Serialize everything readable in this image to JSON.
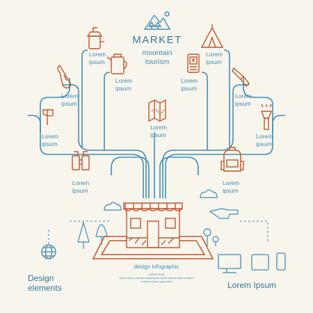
{
  "header": {
    "title": "MARKET",
    "subtitle_line1": "mountain",
    "subtitle_line2": "tourism"
  },
  "items": [
    {
      "name": "camping-stove",
      "line1": "Lorem",
      "line2": "ipsum"
    },
    {
      "name": "tent",
      "line1": "Lorem",
      "line2": "ipsum"
    },
    {
      "name": "kettle",
      "line1": "Lorem",
      "line2": "ipsum"
    },
    {
      "name": "gps-device",
      "line1": "Lorem",
      "line2": "ipsum"
    },
    {
      "name": "carabiner",
      "line1": "Lorem",
      "line2": "ipsum"
    },
    {
      "name": "knife",
      "line1": "Lorem",
      "line2": "ipsum"
    },
    {
      "name": "map",
      "line1": "Lorem",
      "line2": "ipsum"
    },
    {
      "name": "axe",
      "line1": "Lorem",
      "line2": "ipsum"
    },
    {
      "name": "flashlight",
      "line1": "Lorem",
      "line2": "ipsum"
    },
    {
      "name": "binoculars",
      "line1": "Lorem",
      "line2": "ipsum"
    },
    {
      "name": "backpack",
      "line1": "Lorem",
      "line2": "ipsum"
    }
  ],
  "bottom": {
    "left_title_line1": "Design",
    "left_title_line2": "elements",
    "center_label": "design infographic",
    "right_title": "Lorem Ipsum",
    "fine_print_1": "LOREM IPSUM",
    "fine_print_2": "dolor sit amet, consectetur adipiscing elit, sed do eiusmod tempor incididunt",
    "fine_print_3": "ut labore et dolore magna aliqua"
  },
  "colors": {
    "accent": "#c2542b",
    "line": "#3e8db7",
    "text": "#4a7ea1",
    "background": "#f8f5ec",
    "title": "#2e7a9e"
  }
}
